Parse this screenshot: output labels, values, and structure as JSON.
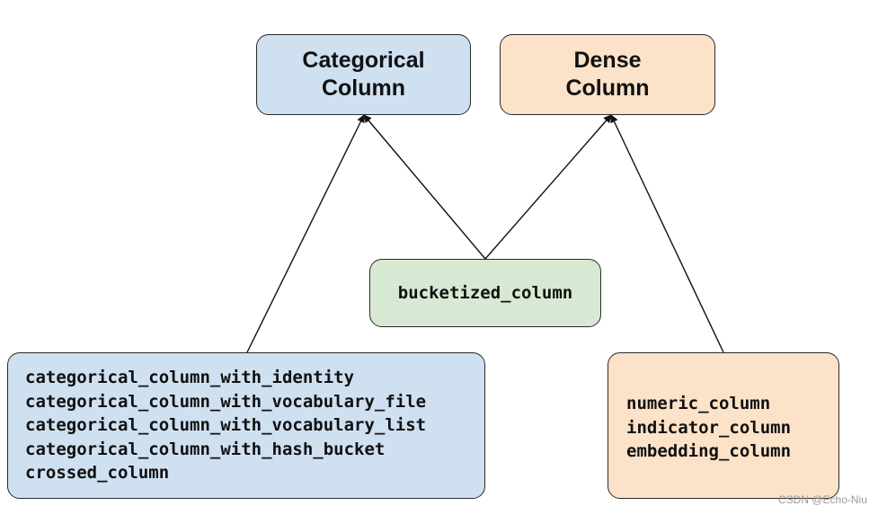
{
  "nodes": {
    "categorical": {
      "line1": "Categorical",
      "line2": "Column",
      "fill": "#cfe0f1"
    },
    "dense": {
      "line1": "Dense",
      "line2": "Column",
      "fill": "#fbe2c8"
    },
    "bucketized": {
      "label": "bucketized_column",
      "fill": "#d8e9d3"
    },
    "categorical_list": {
      "items": [
        "categorical_column_with_identity",
        "categorical_column_with_vocabulary_file",
        "categorical_column_with_vocabulary_list",
        "categorical_column_with_hash_bucket",
        "crossed_column"
      ],
      "fill": "#cfe0f1"
    },
    "dense_list": {
      "items": [
        "numeric_column",
        "indicator_column",
        "embedding_column"
      ],
      "fill": "#fbe2c8"
    }
  },
  "edges": [
    {
      "from": "categorical_list",
      "to": "categorical"
    },
    {
      "from": "bucketized",
      "to": "categorical"
    },
    {
      "from": "bucketized",
      "to": "dense"
    },
    {
      "from": "dense_list",
      "to": "dense"
    }
  ],
  "watermark": "CSDN @Echo-Niu"
}
